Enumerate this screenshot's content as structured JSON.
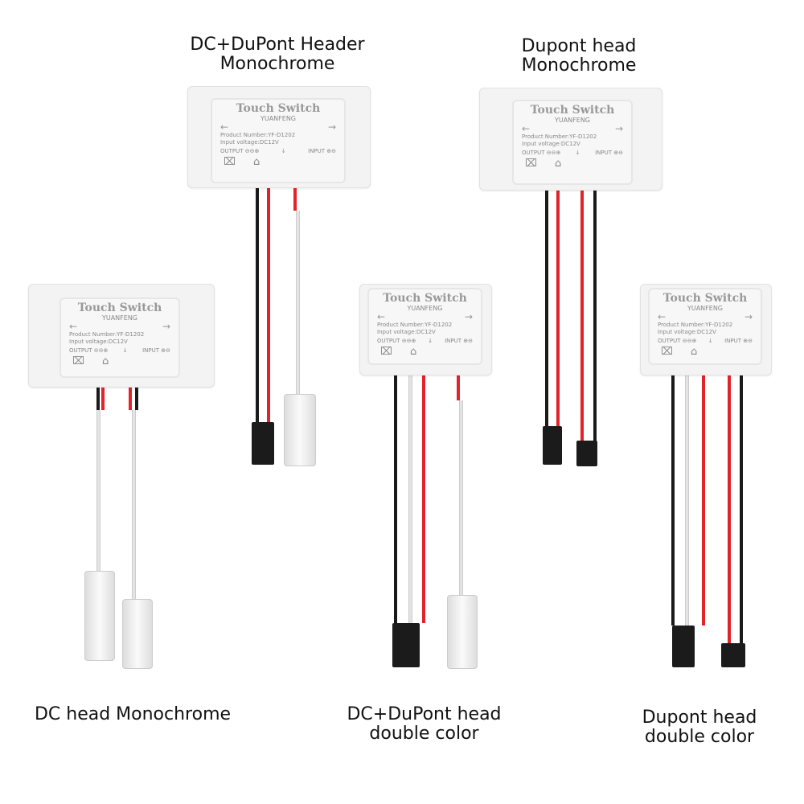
{
  "captions": {
    "top_center": [
      "DC+DuPont Header",
      "Monochrome"
    ],
    "top_right": [
      "Dupont head",
      "Monochrome"
    ],
    "bottom_left": [
      "DC head Monochrome"
    ],
    "bottom_center": [
      "DC+DuPont head",
      "double color"
    ],
    "bottom_right": [
      "Dupont head",
      "double color"
    ]
  },
  "module_label": {
    "title": "Touch Switch",
    "brand": "YUANFENG",
    "left_arrow": "←",
    "right_arrow": "→",
    "product_number": "Product Number:YF-D1202",
    "input_voltage": "Input voltage:DC12V",
    "output": "OUTPUT ⊖⊖⊕",
    "input": "INPUT ⊕⊖",
    "down_arrow": "↓",
    "house": "⌂",
    "bin": "⌧"
  },
  "colors": {
    "black_wire": "#1a1a1a",
    "red_wire": "#e2232a",
    "white_wire": "#e4e4e4"
  }
}
